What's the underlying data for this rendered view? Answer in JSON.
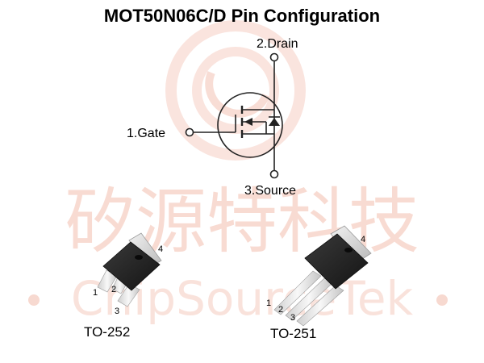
{
  "title": "MOT50N06C/D Pin Configuration",
  "pins": {
    "drain": "2.Drain",
    "gate": "1.Gate",
    "source": "3.Source"
  },
  "watermark": {
    "chinese": "矽源特科技",
    "english": "ChipSourceTek",
    "color": "#f6cfc4"
  },
  "packages": {
    "to252": {
      "label": "TO-252",
      "pin_numbers": [
        "1",
        "2",
        "3",
        "4"
      ]
    },
    "to251": {
      "label": "TO-251",
      "pin_numbers": [
        "1",
        "2",
        "3",
        "4"
      ]
    }
  },
  "colors": {
    "line": "#222222",
    "body": "#1e1e1e",
    "metal": "#d4d4d4",
    "lead": "#ececec"
  }
}
